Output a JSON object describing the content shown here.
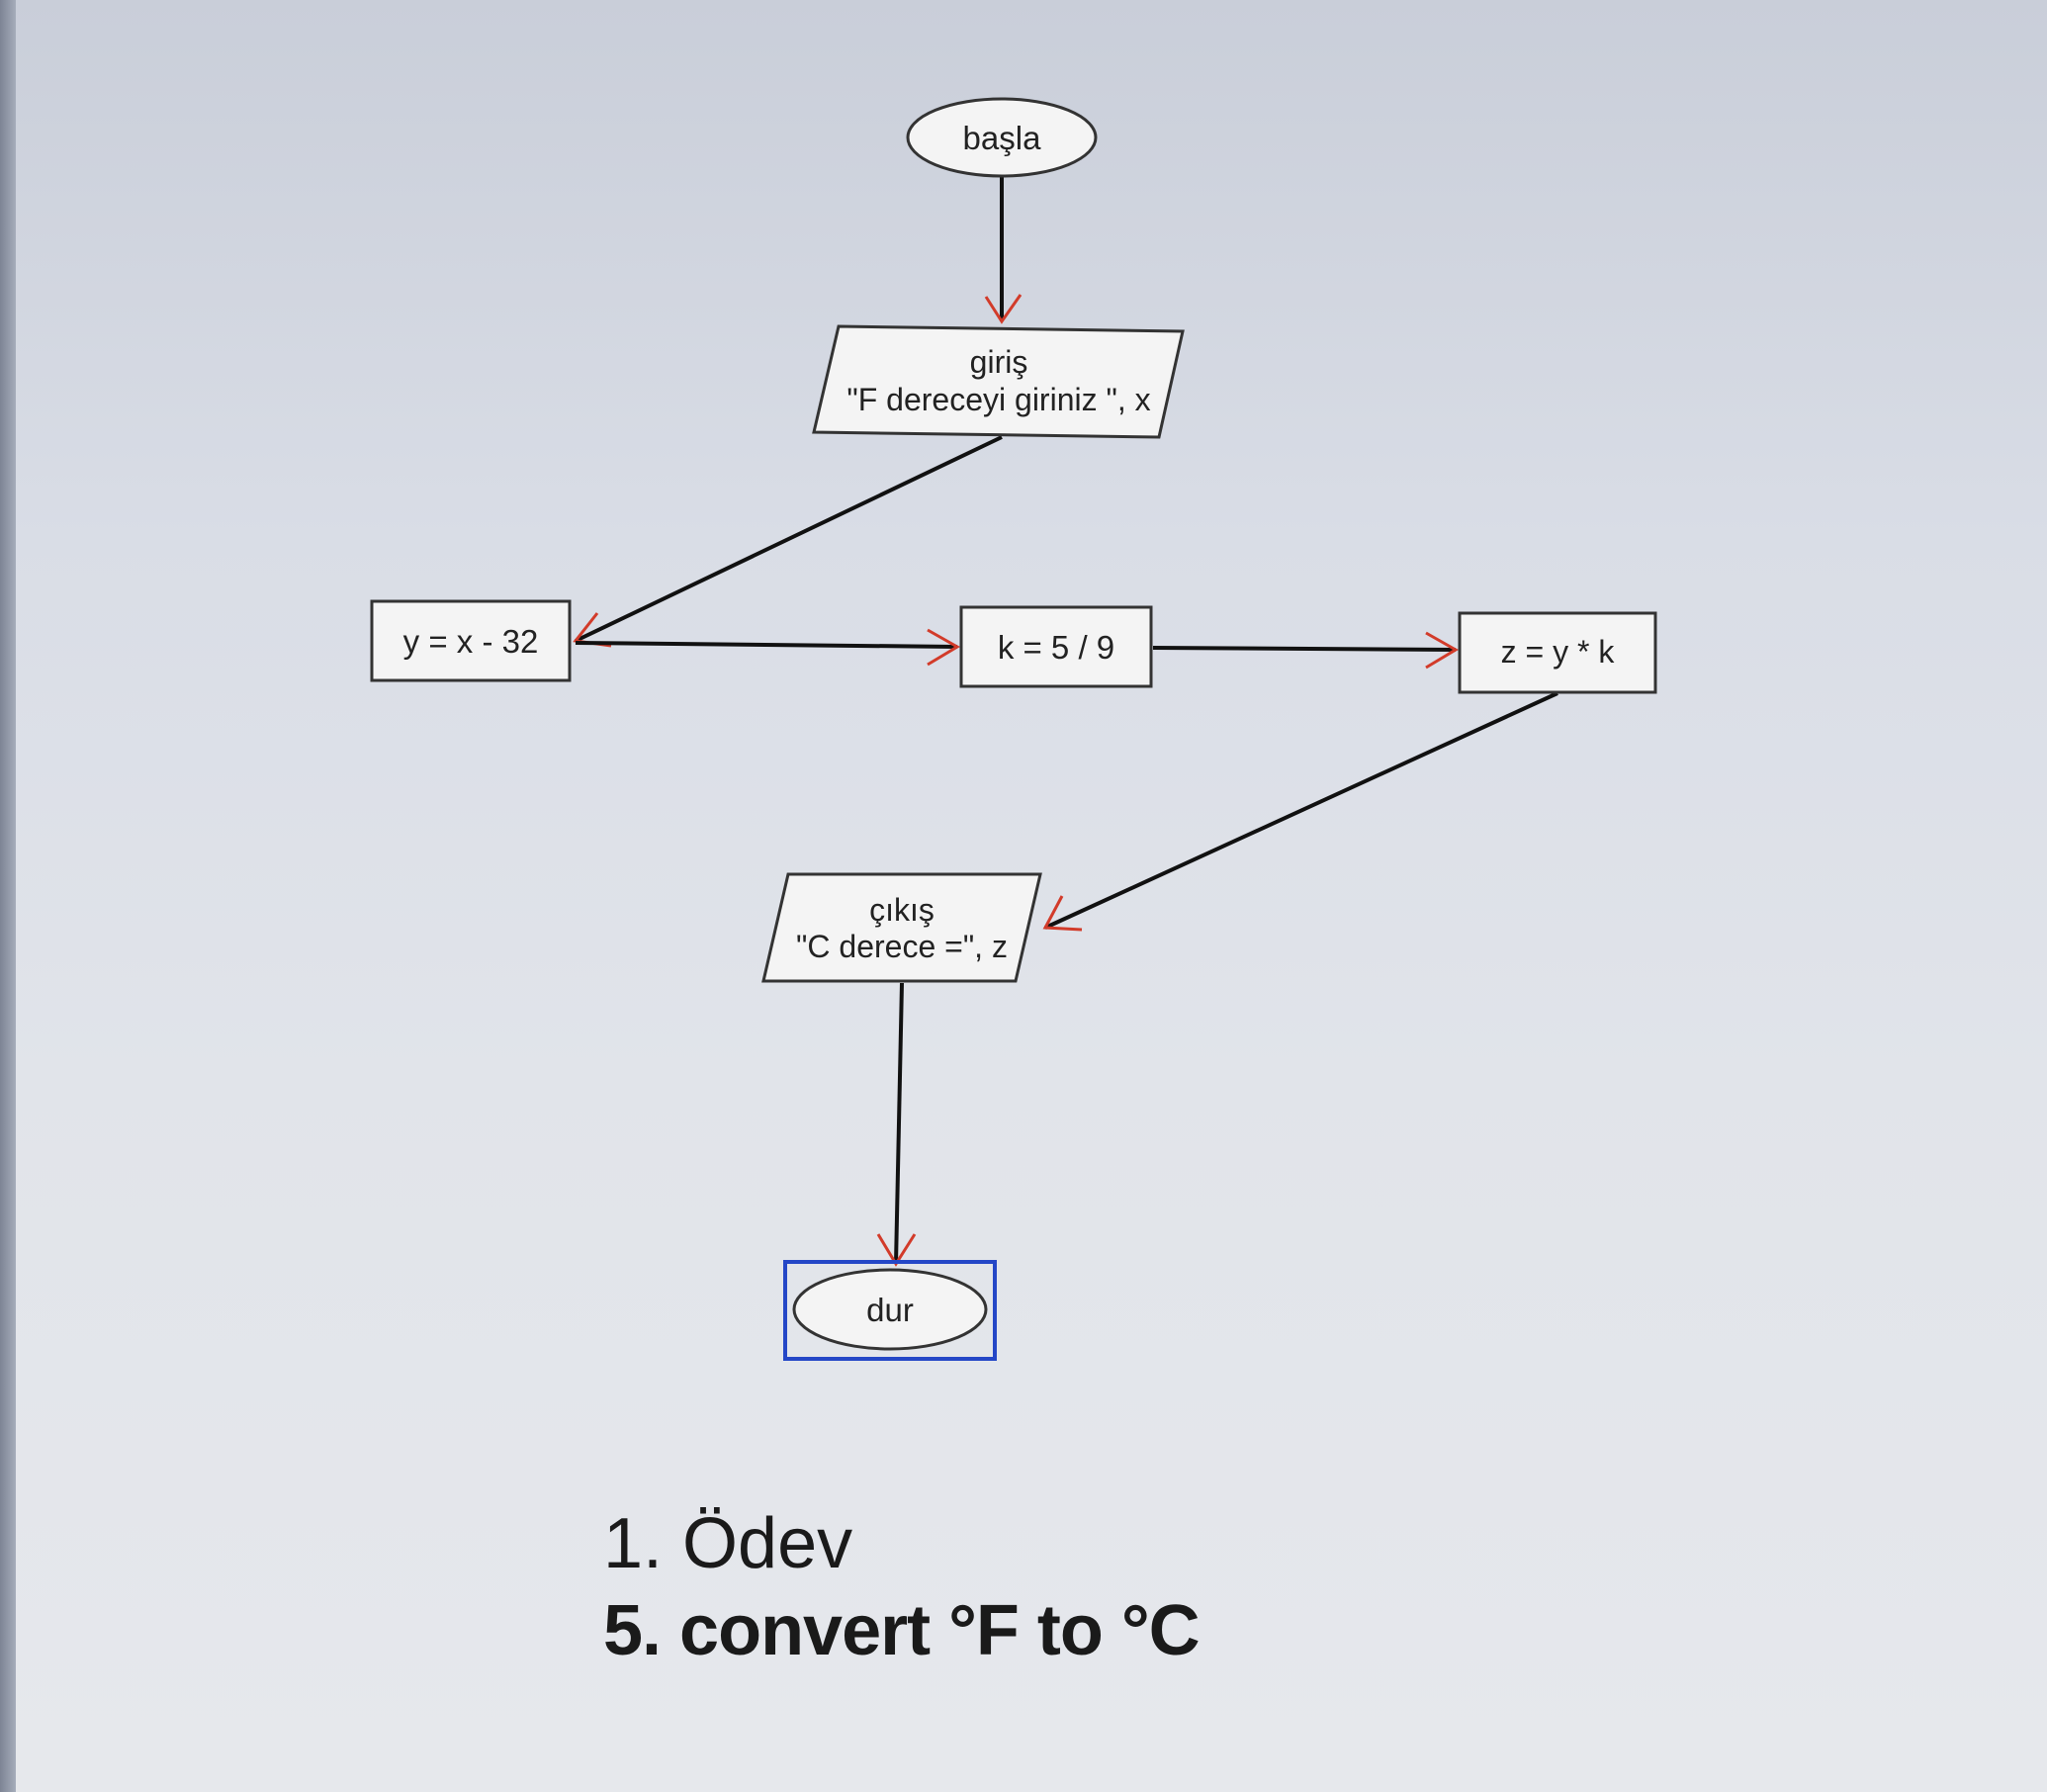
{
  "diagram": {
    "type": "flowchart",
    "nodes": {
      "start": {
        "shape": "terminator",
        "label": "başla"
      },
      "input": {
        "shape": "parallelogram",
        "line1": "giriş",
        "line2": "\"F dereceyi giriniz \", x"
      },
      "calc_y": {
        "shape": "process",
        "label": "y = x - 32"
      },
      "calc_k": {
        "shape": "process",
        "label": "k = 5 / 9"
      },
      "calc_z": {
        "shape": "process",
        "label": "z = y * k"
      },
      "output": {
        "shape": "parallelogram",
        "line1": "çıkış",
        "line2": "\"C derece =\", z"
      },
      "end": {
        "shape": "terminator",
        "label": "dur",
        "selected": true
      }
    },
    "edges": [
      {
        "from": "start",
        "to": "input"
      },
      {
        "from": "input",
        "to": "calc_y"
      },
      {
        "from": "calc_y",
        "to": "calc_k"
      },
      {
        "from": "calc_k",
        "to": "calc_z"
      },
      {
        "from": "calc_z",
        "to": "output"
      },
      {
        "from": "output",
        "to": "end"
      }
    ],
    "colors": {
      "node_fill": "#f4f4f4",
      "node_stroke": "#333333",
      "edge": "#111111",
      "arrowhead": "#d23b2a",
      "selection": "#2447c7"
    }
  },
  "caption": {
    "line1": "1. Ödev",
    "line2": "5. convert °F to °C"
  }
}
